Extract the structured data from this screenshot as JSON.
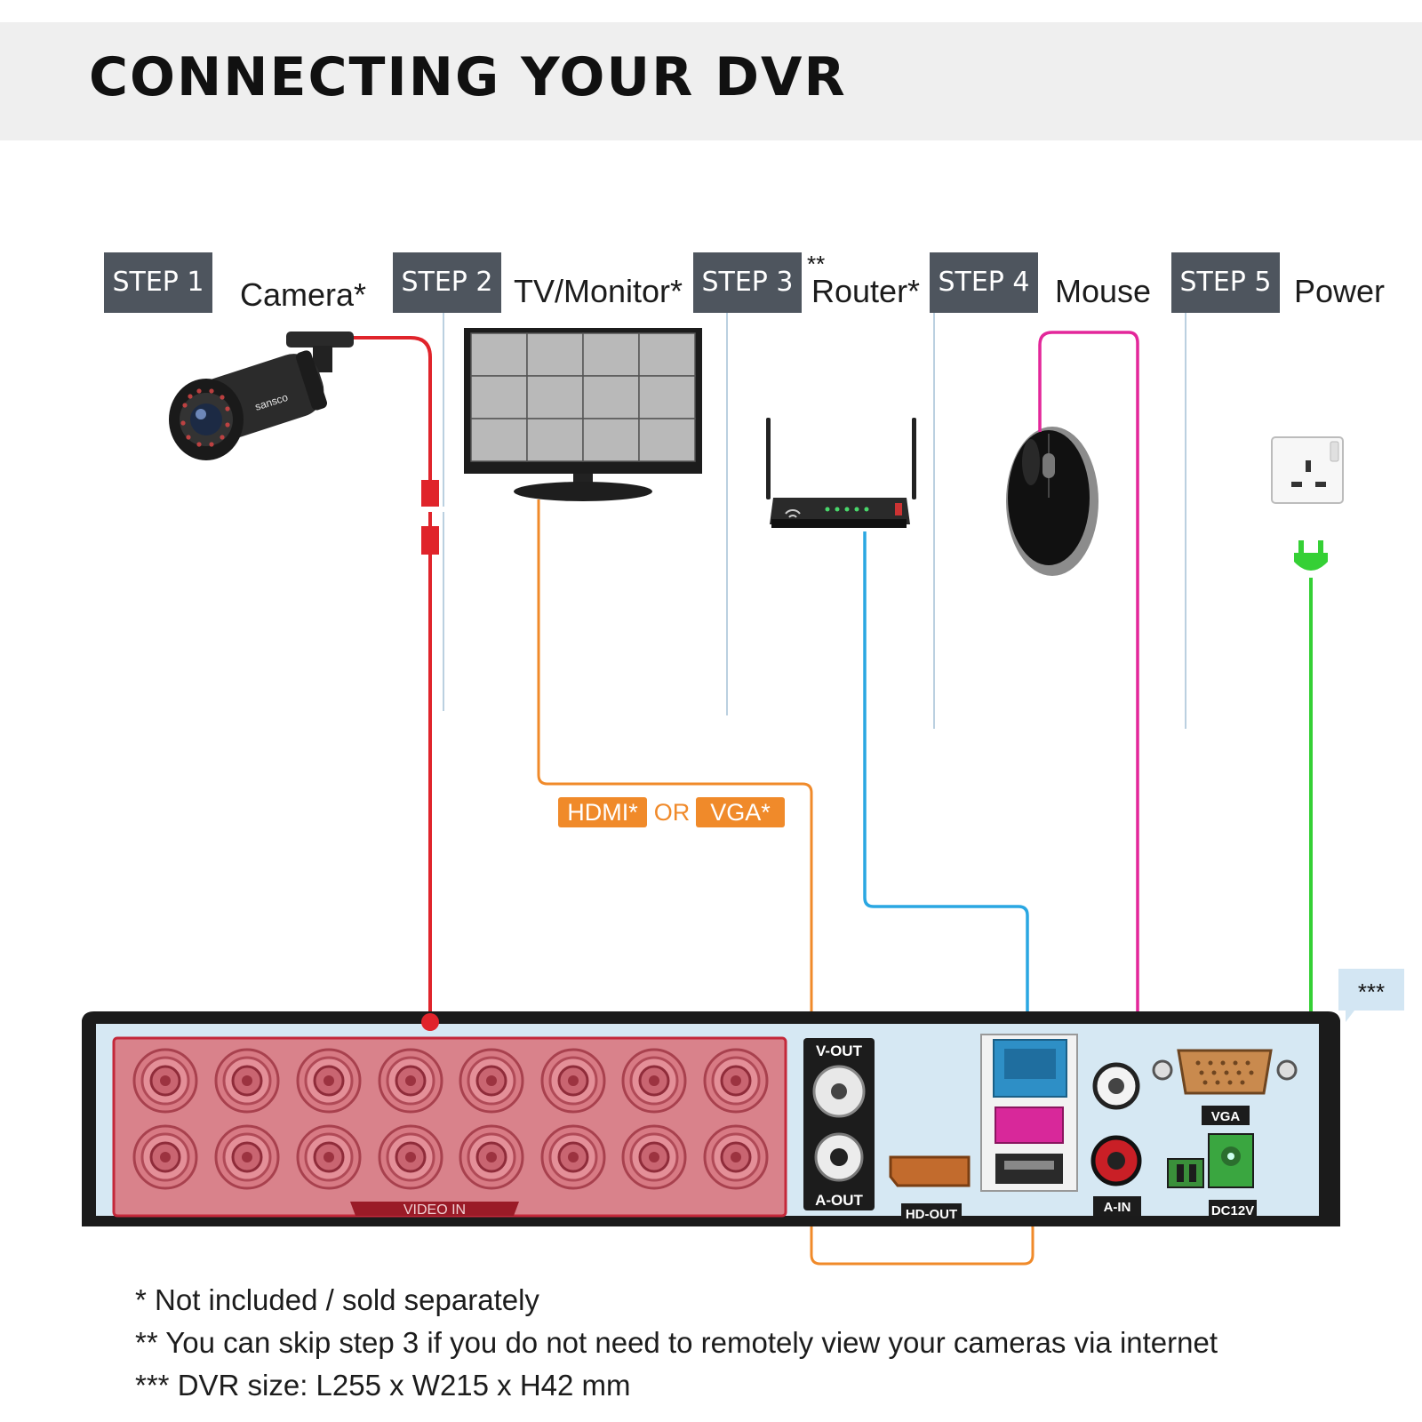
{
  "title": "CONNECTING YOUR DVR",
  "steps": [
    {
      "badge": "STEP 1",
      "label": "Camera*"
    },
    {
      "badge": "STEP 2",
      "label": "TV/Monitor*"
    },
    {
      "badge": "STEP 3",
      "label": "Router*",
      "mark": "**"
    },
    {
      "badge": "STEP 4",
      "label": "Mouse"
    },
    {
      "badge": "STEP 5",
      "label": "Power"
    }
  ],
  "camera_brand": "sansco",
  "output_options": {
    "hdmi": "HDMI*",
    "or": "OR",
    "vga": "VGA*"
  },
  "dvr": {
    "video_in": "VIDEO IN",
    "v_out": "V-OUT",
    "a_out": "A-OUT",
    "hd_out": "HD-OUT",
    "a_in": "A-IN",
    "vga": "VGA",
    "dc12v": "DC12V",
    "size_mark": "***"
  },
  "notes": [
    "* Not included / sold separately",
    "** You can skip step 3 if you do not need to remotely view your cameras via internet",
    "*** DVR size: L255 x W215 x H42 mm"
  ],
  "colors": {
    "camera_cable": "#e0242b",
    "monitor_cable": "#f08a2a",
    "router_cable": "#2aa7e2",
    "mouse_cable": "#e3279a",
    "power_cable": "#35d035",
    "step_badge": "#4e555e",
    "dvr_panel": "#d6e8f3",
    "video_in_panel": "#d9828b"
  }
}
